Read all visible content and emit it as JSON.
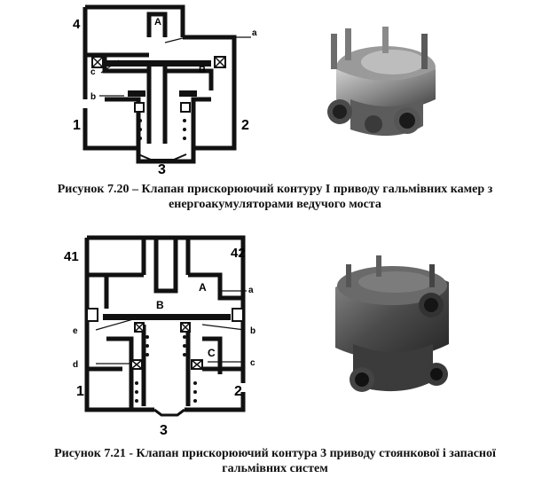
{
  "figure_1": {
    "schematic_labels": {
      "port_4": "4",
      "chamber_a": "A",
      "chamber_b": "B",
      "port_1": "1",
      "port_2": "2",
      "port_3": "3",
      "callout_a": "a",
      "callout_b": "b",
      "callout_c": "c"
    },
    "caption_line1": "Рисунок 7.20 – Клапан прискорюючий контуру I приводу гальмівних камер з",
    "caption_line2": "енергоакумуляторами ведучого моста"
  },
  "figure_2": {
    "schematic_labels": {
      "port_41": "41",
      "port_42": "42",
      "chamber_a": "A",
      "chamber_b": "B",
      "chamber_c": "C",
      "port_1": "1",
      "port_2": "2",
      "port_3": "3",
      "callout_a": "a",
      "callout_b": "b",
      "callout_c": "c",
      "callout_d": "d",
      "callout_e": "e"
    },
    "caption_line1": "Рисунок 7.21 - Клапан прискорюючий контура 3 приводу стоянкової і запасної",
    "caption_line2": "гальмівних систем"
  }
}
